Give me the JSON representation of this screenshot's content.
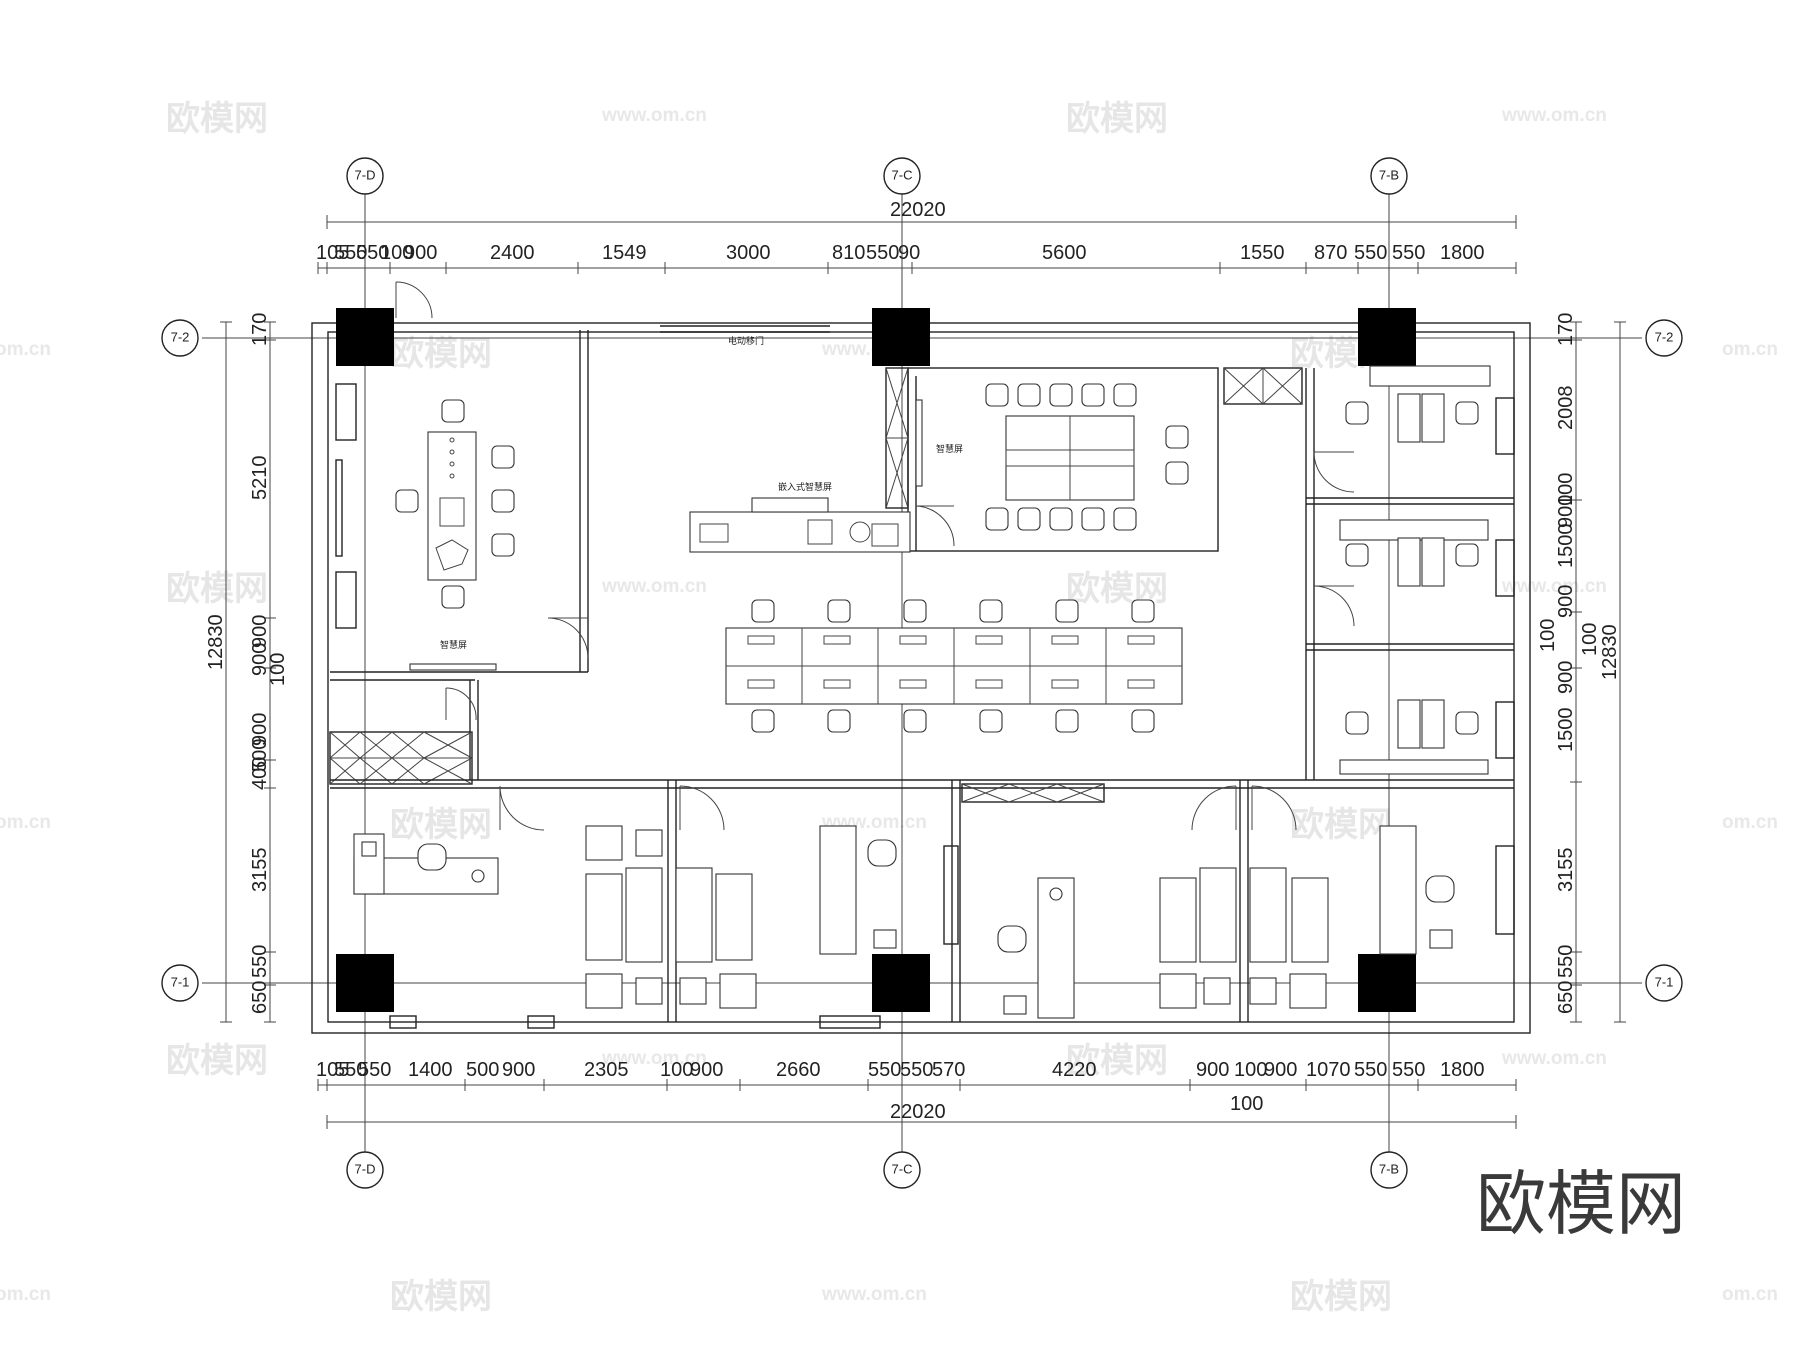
{
  "plan": {
    "total_width": "22020",
    "total_height": "12830",
    "top_dims": [
      "105",
      "550",
      "550",
      "100",
      "900",
      "2400",
      "1549",
      "3000",
      "810",
      "550",
      "90",
      "5600",
      "1550",
      "870",
      "550",
      "550",
      "1800"
    ],
    "bottom_dims": [
      "105",
      "550",
      "550",
      "1400",
      "500",
      "900",
      "2305",
      "100",
      "900",
      "2660",
      "550",
      "550",
      "570",
      "4220",
      "900",
      "100",
      "900",
      "1070",
      "550",
      "550",
      "1800"
    ],
    "bottom_extra": "100",
    "left_dims": [
      "170",
      "5210",
      "900",
      "900",
      "100",
      "900",
      "500",
      "400",
      "3155",
      "550",
      "650"
    ],
    "right_dims": [
      "170",
      "2008",
      "100",
      "900",
      "1500",
      "900",
      "100",
      "900",
      "1500",
      "3155",
      "550",
      "650"
    ],
    "right_extra": "100",
    "axes": {
      "top": [
        "7-D",
        "7-C",
        "7-B"
      ],
      "bottom": [
        "7-D",
        "7-C",
        "7-B"
      ],
      "left": [
        "7-2",
        "7-1"
      ],
      "right": [
        "7-2",
        "7-1"
      ]
    },
    "room_labels": {
      "sliding_door": "电动移门",
      "smart_screen_1": "智慧屏",
      "smart_screen_2": "智慧屏",
      "embedded_screen": "嵌入式智慧屏"
    }
  },
  "watermark": {
    "brand": "欧模网",
    "url": "www.om.cn",
    "partial_url": "om.cn"
  },
  "logo": "欧模网"
}
